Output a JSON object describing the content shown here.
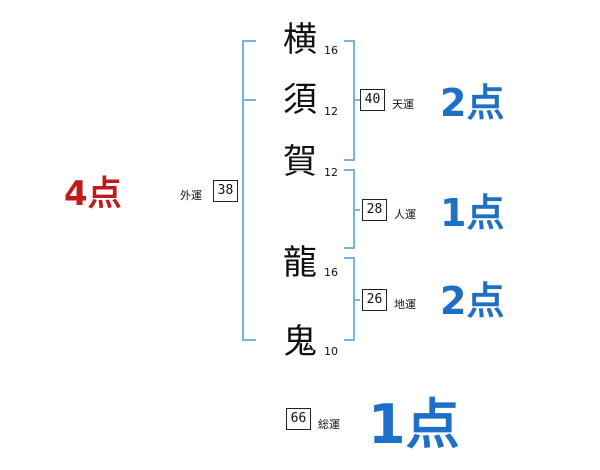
{
  "colors": {
    "bracket": "#7bb3e0",
    "score_blue": "#1e6fc8",
    "score_red": "#bf1b1b"
  },
  "characters": [
    {
      "char": "横",
      "strokes": "16"
    },
    {
      "char": "須",
      "strokes": "12"
    },
    {
      "char": "賀",
      "strokes": "12"
    },
    {
      "char": "龍",
      "strokes": "16"
    },
    {
      "char": "鬼",
      "strokes": "10"
    }
  ],
  "fortunes": {
    "gaiun": {
      "label": "外運",
      "value": "38",
      "score": "4点"
    },
    "tenun": {
      "label": "天運",
      "value": "40",
      "score": "2点"
    },
    "jinun": {
      "label": "人運",
      "value": "28",
      "score": "1点"
    },
    "chiun": {
      "label": "地運",
      "value": "26",
      "score": "2点"
    },
    "souun": {
      "label": "総運",
      "value": "66",
      "score": "1点"
    }
  }
}
